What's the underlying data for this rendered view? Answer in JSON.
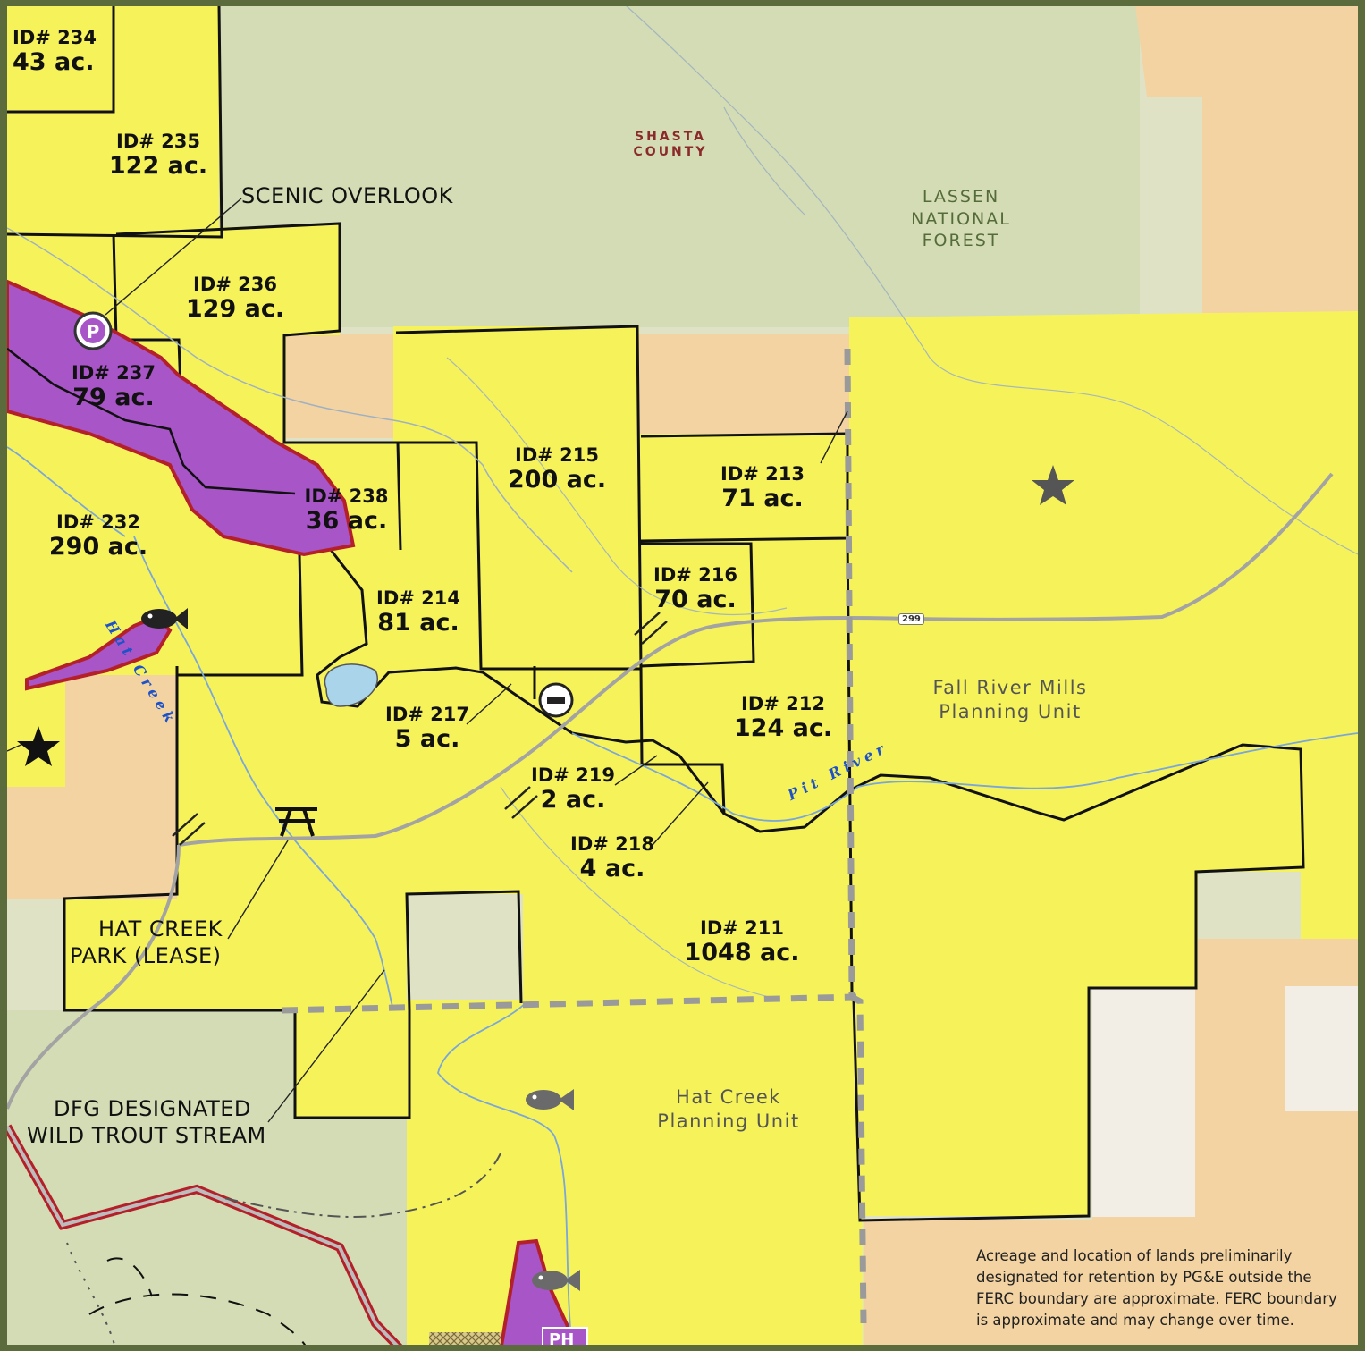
{
  "parcels": [
    {
      "id": "ID# 234",
      "acres": "43 ac."
    },
    {
      "id": "ID# 235",
      "acres": "122 ac."
    },
    {
      "id": "ID# 236",
      "acres": "129 ac."
    },
    {
      "id": "ID# 237",
      "acres": "79 ac."
    },
    {
      "id": "ID# 238",
      "acres": "36 ac."
    },
    {
      "id": "ID# 232",
      "acres": "290 ac."
    },
    {
      "id": "ID# 215",
      "acres": "200 ac."
    },
    {
      "id": "ID# 213",
      "acres": "71 ac."
    },
    {
      "id": "ID# 214",
      "acres": "81 ac."
    },
    {
      "id": "ID# 216",
      "acres": "70 ac."
    },
    {
      "id": "ID# 217",
      "acres": "5 ac."
    },
    {
      "id": "ID# 212",
      "acres": "124 ac."
    },
    {
      "id": "ID# 219",
      "acres": "2 ac."
    },
    {
      "id": "ID# 218",
      "acres": "4 ac."
    },
    {
      "id": "ID# 211",
      "acres": "1048 ac."
    }
  ],
  "callouts": {
    "scenic_overlook": "SCENIC OVERLOOK",
    "park_line1": "HAT CREEK",
    "park_line2": "PARK (LEASE)",
    "trout_line1": "DFG DESIGNATED",
    "trout_line2": "WILD TROUT STREAM"
  },
  "places": {
    "county_line1": "SHASTA",
    "county_line2": "COUNTY",
    "forest_line1": "LASSEN",
    "forest_line2": "NATIONAL",
    "forest_line3": "FOREST",
    "fall_river_line1": "Fall River Mills",
    "fall_river_line2": "Planning Unit",
    "hat_creek_line1": "Hat Creek",
    "hat_creek_line2": "Planning Unit"
  },
  "water": {
    "hat_creek": "Hat Creek",
    "pit_river": "Pit River"
  },
  "route": "299",
  "symbols": {
    "parking": "P",
    "powerhouse": "PH"
  },
  "note": "Acreage and location of lands preliminarily designated for retention by PG&E outside the FERC boundary are approximate. FERC boundary is approximate and may change over time.",
  "colors": {
    "retention_land": "#f6f35a",
    "forest": "#d3dcb4",
    "private_land": "#f3d3a2",
    "special_area": "#a855c8",
    "boundary": "#b3202a",
    "frame": "#5c6b3c"
  }
}
